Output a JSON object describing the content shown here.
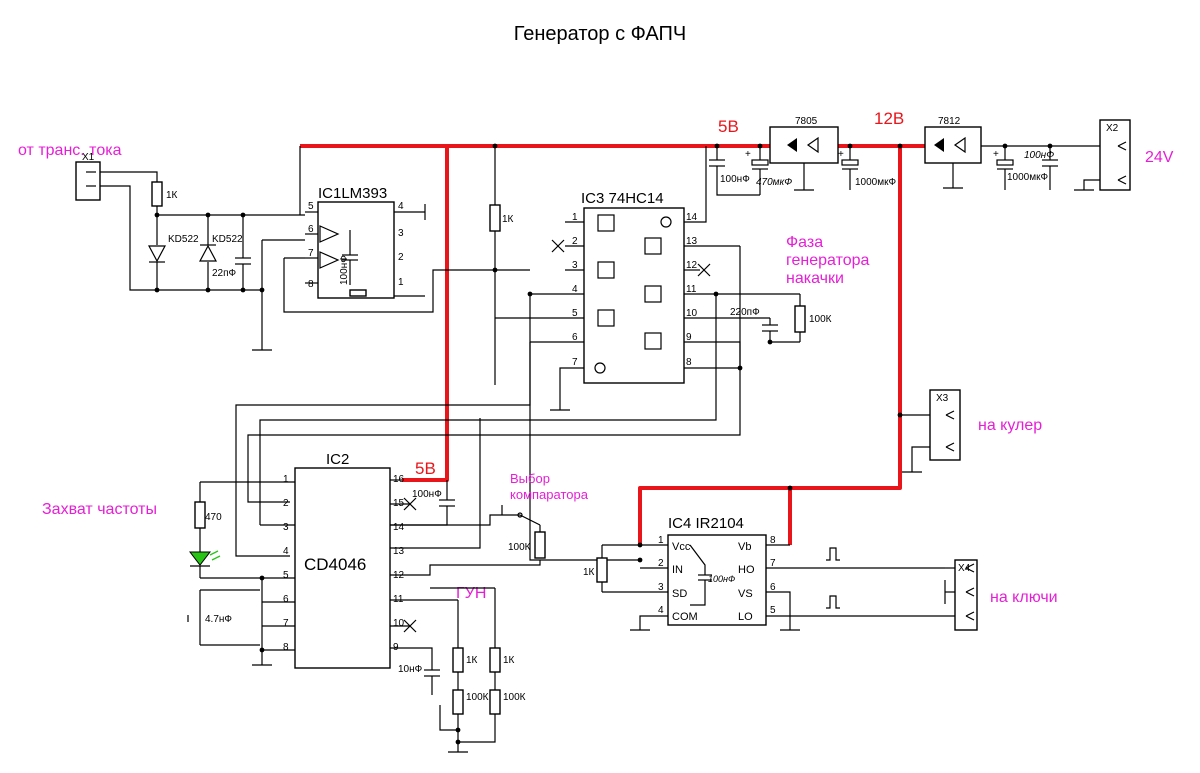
{
  "title": "Генератор с ФАПЧ",
  "labels": {
    "from_current_transformer": "от транс. тока",
    "phase_line1": "Фаза",
    "phase_line2": "генератора",
    "phase_line3": "накачки",
    "freq_capture": "Захват частоты",
    "comparator_line1": "Выбор",
    "comparator_line2": "компаратора",
    "vco": "ГУН",
    "to_cooler": "на кулер",
    "to_switches": "на ключи",
    "v24": "24V",
    "v5_top": "5В",
    "v12": "12В",
    "v5_ic2": "5В"
  },
  "connectors": {
    "x1": "X1",
    "x2": "X2",
    "x3": "X3",
    "x4": "X4"
  },
  "ics": {
    "ic1": {
      "name": "IC1LM393",
      "pins": [
        "5",
        "6",
        "7",
        "8",
        "4",
        "3",
        "2",
        "1"
      ]
    },
    "ic3": {
      "name": "IC3 74HC14",
      "pins": [
        "1",
        "2",
        "3",
        "4",
        "5",
        "6",
        "7",
        "14",
        "13",
        "12",
        "11",
        "10",
        "9",
        "8"
      ]
    },
    "ic2": {
      "name": "IC2",
      "type": "CD4046",
      "pins": [
        "1",
        "2",
        "3",
        "4",
        "5",
        "6",
        "7",
        "8",
        "16",
        "15",
        "14",
        "13",
        "12",
        "11",
        "10",
        "9"
      ]
    },
    "ic4": {
      "name": "IC4  IR2104",
      "pin_names": [
        "Vcc",
        "IN",
        "SD",
        "COM",
        "Vb",
        "HO",
        "VS",
        "LO"
      ],
      "pins": [
        "1",
        "2",
        "3",
        "4",
        "8",
        "7",
        "6",
        "5"
      ]
    }
  },
  "regulators": {
    "r7805": "7805",
    "r7812": "7812"
  },
  "components": {
    "r_1k_in": "1К",
    "d1": "KD522",
    "d2": "KD522",
    "c_22p": "22пФ",
    "c_100n_ic1": "100нФ",
    "r_1k_ic3": "1К",
    "c_100n_5v": "100нФ",
    "c_470u": "470мкФ",
    "c_1000u_12v": "1000мкФ",
    "c_1000u_24v": "1000мкФ",
    "c_100n_24v": "100нФ",
    "c_220p": "220пФ",
    "r_100k_phase": "100К",
    "c_100n_ic2": "100нФ",
    "r_100k_comp": "100К",
    "r_470": "470",
    "c_4n7": "4.7нФ",
    "c_10n": "10нФ",
    "r_1k_vco1": "1К",
    "r_100k_vco1": "100К",
    "r_1k_vco2": "1К",
    "r_100k_vco2": "100К",
    "r_1k_ic4": "1К",
    "c_100n_ic4": "100нФ"
  },
  "icons": [
    "npn-regulator-symbol",
    "resistor",
    "capacitor",
    "diode",
    "led",
    "ground"
  ],
  "colors": {
    "power": "#e8151b",
    "annotation": "#e61fd6",
    "wire": "#000000"
  }
}
